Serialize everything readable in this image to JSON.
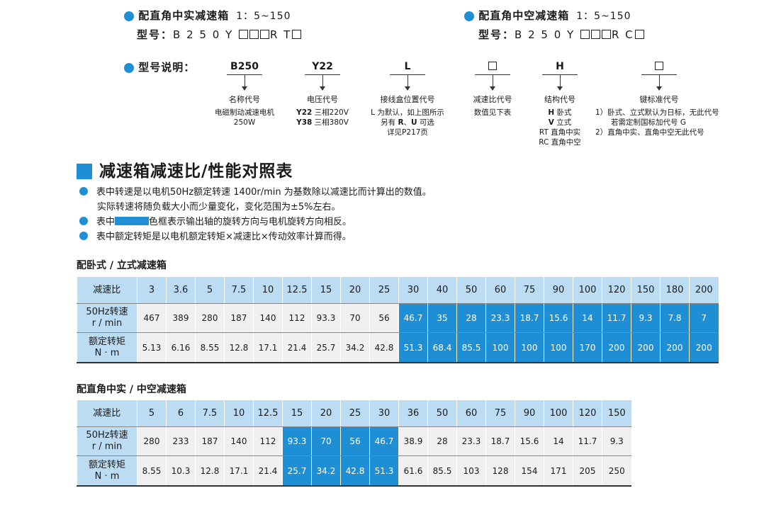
{
  "header": {
    "solid": {
      "title": "配直角中实减速箱",
      "ratio": "1：5~150",
      "model_label": "型号：",
      "model_prefix": "B 2 5 0 Y",
      "model_suffix": "R T"
    },
    "hollow": {
      "title": "配直角中空减速箱",
      "ratio": "1：5~150",
      "model_label": "型号：",
      "model_prefix": "B 2 5 0 Y",
      "model_suffix": "R C"
    }
  },
  "model_explain": {
    "label": "型号说明：",
    "items": [
      {
        "code": "B250",
        "name": "名称代号",
        "desc": [
          "电磁制动减速电机",
          "250W"
        ]
      },
      {
        "code": "Y22",
        "name": "电压代号",
        "desc_rich": [
          {
            "b": "Y22",
            "t": "三相220V"
          },
          {
            "b": "Y38",
            "t": "三相380V"
          }
        ]
      },
      {
        "code": "L",
        "name": "接线盒位置代号",
        "desc_l1": "L 为默认，如上图所示",
        "desc_l2_a": "另有 ",
        "desc_l2_b": "R",
        "desc_l2_c": "、",
        "desc_l2_d": "U",
        "desc_l2_e": " 可选",
        "desc_l3": "详见P217页"
      },
      {
        "code": "",
        "name": "减速比代号",
        "desc": [
          "数值见下表"
        ]
      },
      {
        "code": "H",
        "name": "结构代号",
        "desc_rich": [
          {
            "b": "H",
            "t": "卧式"
          },
          {
            "b": "V",
            "t": "立式"
          }
        ],
        "desc_extra": [
          "RT 直角中实",
          "RC 直角中空"
        ]
      },
      {
        "code": "",
        "name": "键标准代号",
        "desc": [
          "1）卧式、立式默认为日标，无此代号",
          "若需定制国标加代号 G",
          "2）直角中实、直角中空无此代号"
        ]
      }
    ]
  },
  "section_title": "减速箱减速比/性能对照表",
  "notes": {
    "n1a": "表中转速是以电机50Hz额定转速 1400r/min 为基数除以减速比而计算出的数值。",
    "n1b": "实际转速将随负载大小而少量变化，变化范围为±5%左右。",
    "n2a": "表中",
    "n2b": "色框表示输出轴的旋转方向与电机旋转方向相反。",
    "n3": "表中额定转矩是以电机额定转矩×减速比×传动效率计算而得。"
  },
  "table1": {
    "title": "配卧式 / 立式减速箱",
    "row_labels": {
      "ratio": "减速比",
      "speed": [
        "50Hz转速",
        "r / min"
      ],
      "torque": [
        "额定转矩",
        "N · m"
      ]
    },
    "ratios": [
      "3",
      "3.6",
      "5",
      "7.5",
      "10",
      "12.5",
      "15",
      "20",
      "25",
      "30",
      "40",
      "50",
      "60",
      "75",
      "90",
      "100",
      "120",
      "150",
      "180",
      "200"
    ],
    "speed": [
      "467",
      "389",
      "280",
      "187",
      "140",
      "112",
      "93.3",
      "70",
      "56",
      "46.7",
      "35",
      "28",
      "23.3",
      "18.7",
      "15.6",
      "14",
      "11.7",
      "9.3",
      "7.8",
      "7"
    ],
    "torque": [
      "5.13",
      "6.16",
      "8.55",
      "12.8",
      "17.1",
      "21.4",
      "25.7",
      "34.2",
      "42.8",
      "51.3",
      "68.4",
      "85.5",
      "100",
      "100",
      "100",
      "170",
      "200",
      "200",
      "200",
      "200"
    ],
    "highlight_start": 9,
    "highlight_end": 19
  },
  "table2": {
    "title": "配直角中实 / 中空减速箱",
    "row_labels": {
      "ratio": "减速比",
      "speed": [
        "50Hz转速",
        "r / min"
      ],
      "torque": [
        "额定转矩",
        "N · m"
      ]
    },
    "ratios": [
      "5",
      "6",
      "7.5",
      "10",
      "12.5",
      "15",
      "20",
      "25",
      "30",
      "36",
      "50",
      "60",
      "75",
      "90",
      "100",
      "120",
      "150"
    ],
    "speed": [
      "280",
      "233",
      "187",
      "140",
      "112",
      "93.3",
      "70",
      "56",
      "46.7",
      "38.9",
      "28",
      "23.3",
      "18.7",
      "15.6",
      "14",
      "11.7",
      "9.3"
    ],
    "torque": [
      "8.55",
      "10.3",
      "12.8",
      "17.1",
      "21.4",
      "25.7",
      "34.2",
      "42.8",
      "51.3",
      "61.6",
      "85.5",
      "103",
      "128",
      "154",
      "171",
      "205",
      "250"
    ],
    "highlight_start": 5,
    "highlight_end": 8
  },
  "colors": {
    "accent": "#1e8fd5",
    "header_bg": "#bcdcf3",
    "cell_bg": "#f0f0f0"
  }
}
